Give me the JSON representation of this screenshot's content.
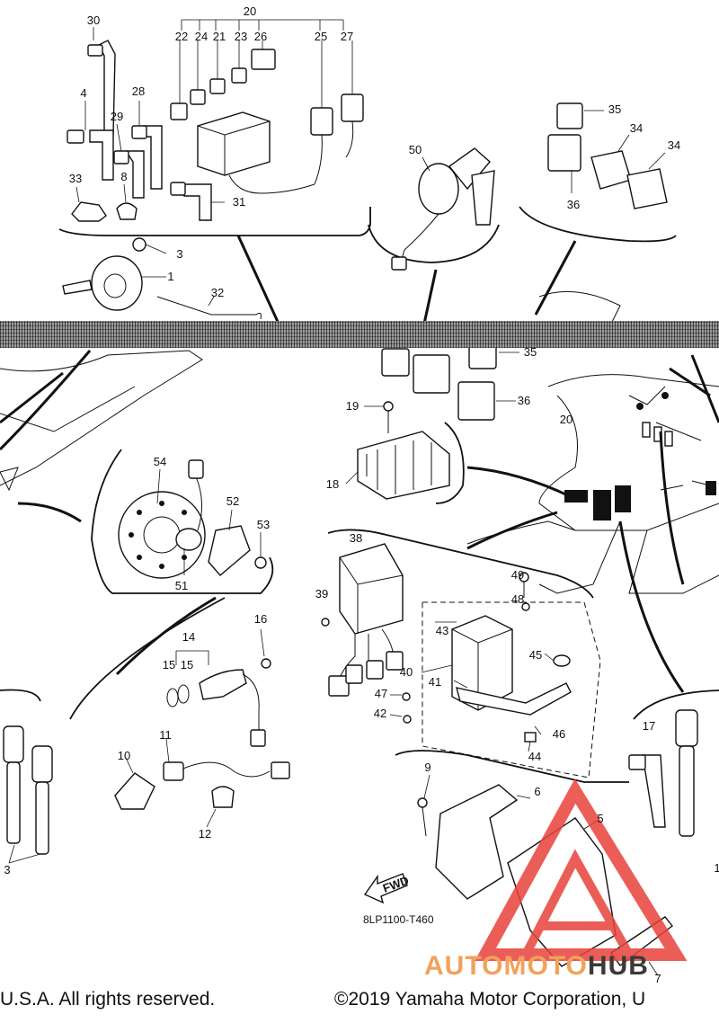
{
  "diagram": {
    "drawing_code": "8LP1100-T460",
    "fwd_label": "FWD",
    "footer_left": "U.S.A. All rights reserved.",
    "footer_right": "©2019 Yamaha Motor Corporation, U",
    "watermark": {
      "part1": "AUTOMOTO",
      "part2": "HUB",
      "color_accent": "#e8433a",
      "color_text": "#f2a15c"
    },
    "callouts": [
      "30",
      "20",
      "22",
      "24",
      "21",
      "23",
      "26",
      "25",
      "27",
      "4",
      "28",
      "29",
      "33",
      "8",
      "31",
      "3",
      "1",
      "32",
      "50",
      "35",
      "34",
      "34",
      "36",
      "35",
      "36",
      "19",
      "18",
      "20",
      "54",
      "52",
      "53",
      "51",
      "38",
      "49",
      "48",
      "39",
      "43",
      "45",
      "14",
      "16",
      "15",
      "15",
      "40",
      "41",
      "47",
      "42",
      "46",
      "44",
      "10",
      "11",
      "12",
      "17",
      "9",
      "6",
      "5",
      "3",
      "1",
      "7"
    ]
  }
}
